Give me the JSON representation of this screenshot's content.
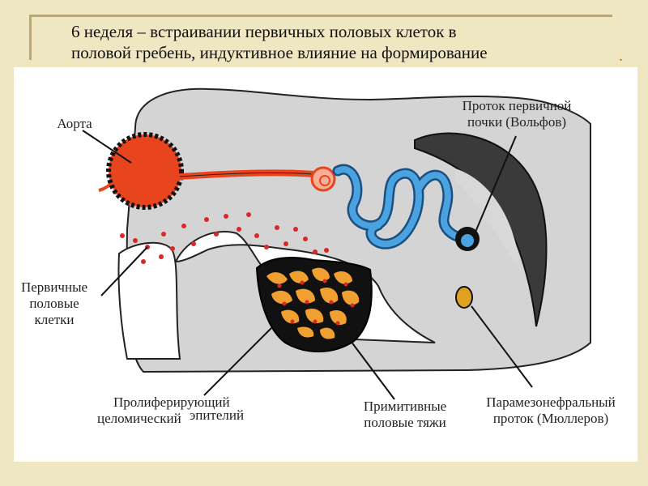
{
  "title": {
    "line1": "6 неделя – встраивании первичных половых клеток в",
    "line2": "половой гребень, индуктивное влияние на формирование",
    "trailing_mark": "."
  },
  "labels": {
    "aorta": "Аорта",
    "wolffian_duct_l1": "Проток первичной",
    "wolffian_duct_l2": "почки (Вольфов)",
    "primordial_cells_l1": "Первичные",
    "primordial_cells_l2": "половые",
    "primordial_cells_l3": "клетки",
    "epithelium_l1": "Пролиферирующий",
    "epithelium_l2a": "целомический",
    "epithelium_l2b": "эпителий",
    "sex_cords_l1": "Примитивные",
    "sex_cords_l2": "половые тяжи",
    "mullerian_l1": "Парамезонефральный",
    "mullerian_l2": "проток (Мюллеров)"
  },
  "colors": {
    "background": "#efe6c2",
    "tissue": "#d4d4d4",
    "aorta": "#e8451f",
    "wolffian_duct": "#4aa3e0",
    "cords": "#f0a030",
    "cells": "#d8282a",
    "dark": "#1a1a1a"
  }
}
